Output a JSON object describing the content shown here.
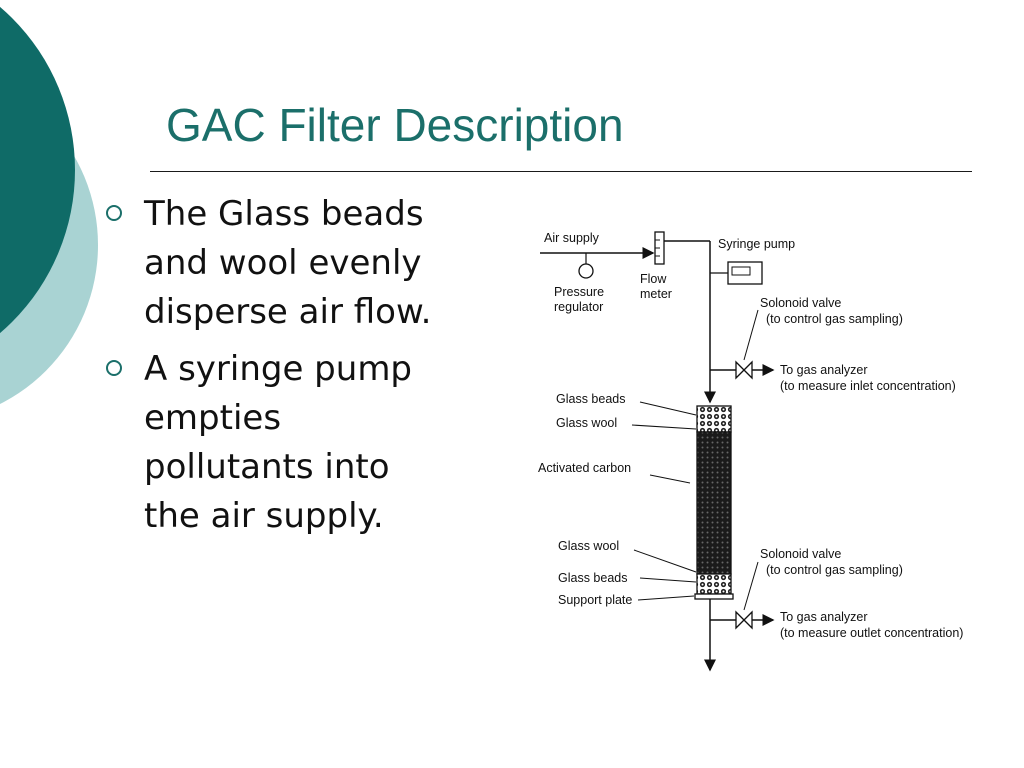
{
  "slide": {
    "title": "GAC Filter Description",
    "bullets": [
      [
        "The Glass beads",
        "and wool evenly",
        "disperse air flow."
      ],
      [
        "A syringe pump",
        "empties",
        "pollutants into",
        "the air supply."
      ]
    ]
  },
  "theme": {
    "accent": "#1b6f6a",
    "circle_dark": "#0f6b67",
    "circle_light": "#a9d3d3"
  },
  "diagram": {
    "labels": {
      "air_supply": "Air supply",
      "pressure_regulator": [
        "Pressure",
        "regulator"
      ],
      "flow_meter": [
        "Flow",
        "meter"
      ],
      "syringe_pump": "Syringe pump",
      "solenoid_valve_top": [
        "Solonoid valve",
        "(to control gas sampling)"
      ],
      "gas_analyzer_top": [
        "To gas analyzer",
        "(to measure inlet concentration)"
      ],
      "glass_beads_top": "Glass beads",
      "glass_wool_top": "Glass wool",
      "activated_carbon": "Activated carbon",
      "glass_wool_bottom": "Glass wool",
      "glass_beads_bottom": "Glass beads",
      "support_plate": "Support plate",
      "solenoid_valve_bottom": [
        "Solonoid valve",
        "(to control gas sampling)"
      ],
      "gas_analyzer_bottom": [
        "To gas analyzer",
        "(to measure outlet concentration)"
      ]
    }
  }
}
